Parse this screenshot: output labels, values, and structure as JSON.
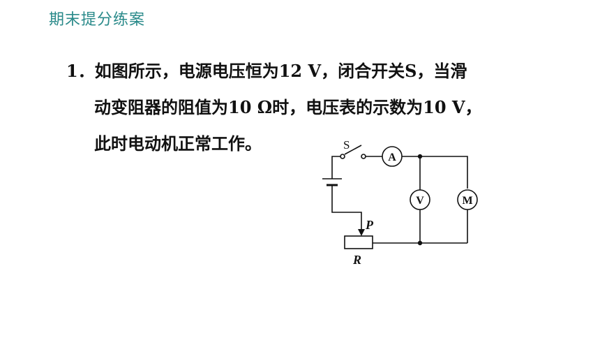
{
  "header": {
    "title": "期末提分练案"
  },
  "problem": {
    "number": "1．",
    "line1": "如图所示，电源电压恒为12 V，闭合开关S，当滑",
    "line2": "动变阻器的阻值为10 Ω时，电压表的示数为10 V，",
    "line3": "此时电动机正常工作。"
  },
  "circuit": {
    "switch_label": "S",
    "ammeter_label": "A",
    "voltmeter_label": "V",
    "motor_label": "M",
    "slider_label": "P",
    "resistor_label": "R"
  }
}
